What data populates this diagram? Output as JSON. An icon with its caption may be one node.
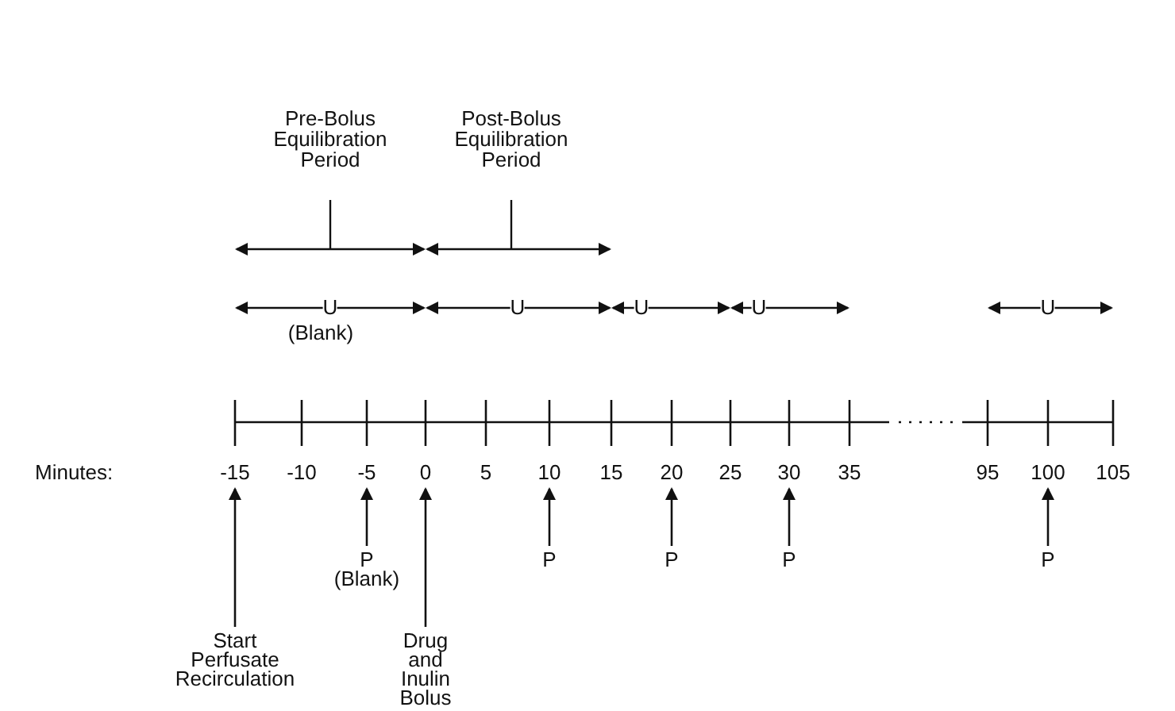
{
  "diagram": {
    "nodes": [
      {
        "text": [
          "-15"
        ]
      },
      {
        "text": [
          "-5"
        ]
      },
      {
        "text": [
          "0"
        ]
      },
      {
        "text": [
          "10"
        ]
      },
      {
        "text": [
          "20"
        ]
      },
      {
        "text": [
          "30"
        ]
      },
      {
        "text": [
          "100"
        ]
      },
      {
        "text": [
          "Start Perfusate Recirculation"
        ]
      },
      {
        "text": [
          "P",
          "(Blank)"
        ]
      },
      {
        "text": [
          "Drug and Inulin Bolus"
        ]
      },
      {
        "text": [
          "P"
        ]
      },
      {
        "text": [
          "P"
        ]
      },
      {
        "text": [
          "P"
        ]
      },
      {
        "text": [
          "P"
        ]
      }
    ],
    "edges": [
      {
        "from": 7,
        "to": 0,
        "arrow": "to"
      },
      {
        "from": 8,
        "to": 1,
        "arrow": "to"
      },
      {
        "from": 9,
        "to": 2,
        "arrow": "to"
      },
      {
        "from": 10,
        "to": 3,
        "arrow": "to"
      },
      {
        "from": 11,
        "to": 4,
        "arrow": "to"
      },
      {
        "from": 12,
        "to": 5,
        "arrow": "to"
      },
      {
        "from": 13,
        "to": 6,
        "arrow": "to"
      }
    ],
    "labels": [
      "Pre-Bolus Equilibration Period",
      "Post-Bolus Equilibration Period",
      "U",
      "(Blank)",
      "U",
      "U",
      "U",
      "U",
      "Minutes:",
      "-10",
      "5",
      "15",
      "25",
      "35",
      "95",
      "105"
    ]
  }
}
